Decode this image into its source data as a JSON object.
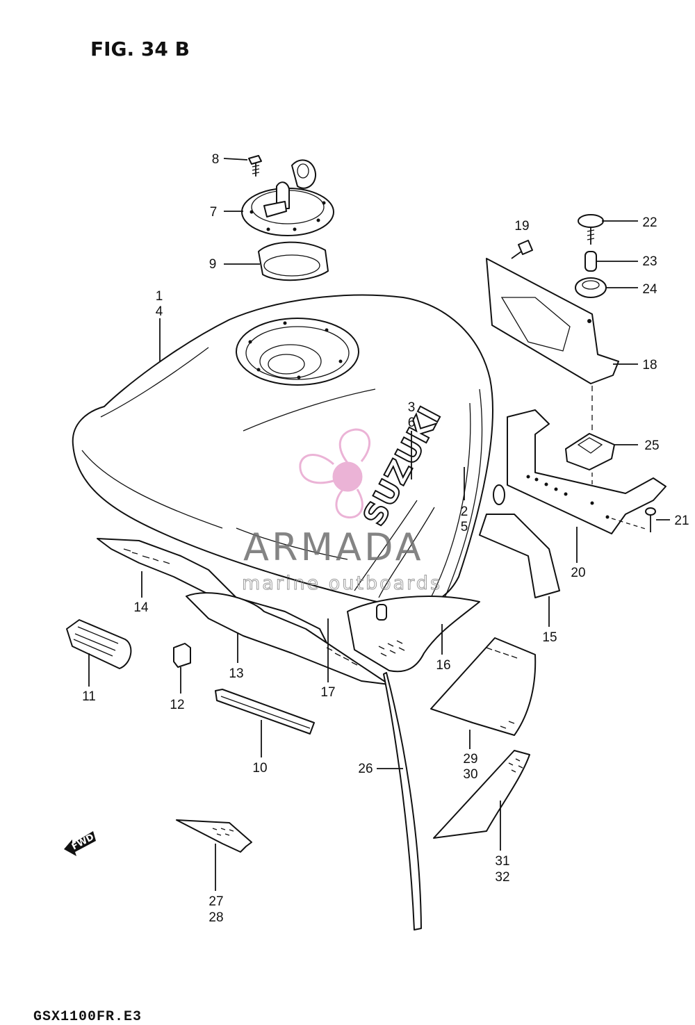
{
  "figure": {
    "title": "FIG. 34 B",
    "model_code": "GSX1100FR.E3"
  },
  "tank_logo": "SUZUKI",
  "watermark": {
    "name": "ARMADA",
    "tagline": "marine outboards",
    "propeller_color": "#e8a6cf"
  },
  "fwd_arrow": "FWD",
  "callouts": [
    "1",
    "4",
    "3",
    "6",
    "2",
    "5",
    "7",
    "8",
    "9",
    "10",
    "11",
    "12",
    "13",
    "14",
    "15",
    "16",
    "17",
    "18",
    "19",
    "20",
    "21",
    "22",
    "23",
    "24",
    "25",
    "26",
    "27",
    "28",
    "29",
    "30",
    "31",
    "32"
  ]
}
